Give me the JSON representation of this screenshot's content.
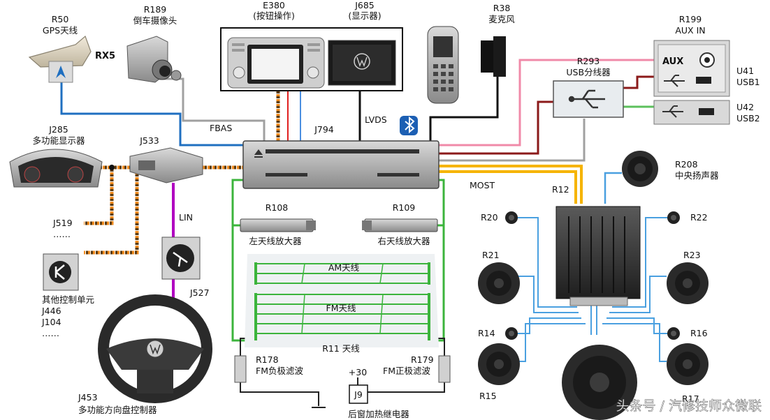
{
  "components": {
    "r50": {
      "id": "R50",
      "name": "GPS天线",
      "logo": "RX5"
    },
    "r189": {
      "id": "R189",
      "name": "倒车摄像头"
    },
    "e380": {
      "id": "E380",
      "name": "(按钮操作)"
    },
    "j685": {
      "id": "J685",
      "name": "(显示器)"
    },
    "r38": {
      "id": "R38",
      "name": "麦克风"
    },
    "r199": {
      "id": "R199",
      "name": "AUX IN",
      "plate": "AUX"
    },
    "r293": {
      "id": "R293",
      "name": "USB分线器"
    },
    "u41": {
      "id": "U41",
      "name": "USB1"
    },
    "u42": {
      "id": "U42",
      "name": "USB2"
    },
    "j285": {
      "id": "J285",
      "name": "多功能显示器"
    },
    "j533": {
      "id": "J533"
    },
    "j794": {
      "id": "J794"
    },
    "r208": {
      "id": "R208",
      "name": "中央扬声器"
    },
    "r12": {
      "id": "R12"
    },
    "r108": {
      "id": "R108",
      "name": "左天线放大器"
    },
    "r109": {
      "id": "R109",
      "name": "右天线放大器"
    },
    "j519": {
      "id": "J519",
      "more": "……"
    },
    "other": {
      "name": "其他控制单元",
      "id1": "J446",
      "id2": "J104",
      "more": "……"
    },
    "j527": {
      "id": "J527"
    },
    "j453": {
      "id": "J453",
      "name": "多功能方向盘控制器"
    },
    "r11": {
      "name": "R11 天线",
      "am": "AM天线",
      "fm": "FM天线"
    },
    "r178": {
      "id": "R178",
      "name": "FM负极滤波"
    },
    "r179": {
      "id": "R179",
      "name": "FM正极滤波"
    },
    "j9": {
      "id": "J9",
      "voltage": "+30",
      "name": "后窗加热继电器"
    },
    "speakers": {
      "r20": "R20",
      "r21": "R21",
      "r14": "R14",
      "r15": "R15",
      "r22": "R22",
      "r23": "R23",
      "r16": "R16",
      "r17": "R17"
    }
  },
  "signals": {
    "fbas": "FBAS",
    "lvds": "LVDS",
    "most": "MOST",
    "lin": "LIN"
  },
  "watermark": "头条号 / 汽修技师众微联",
  "colors": {
    "can_orange": "#f08a1c",
    "can_dark": "#5a3a10",
    "most": "#f6b400",
    "lin": "#b000c0",
    "video": "#9a9a9a",
    "gps": "#1f6fc0",
    "speaker": "#4aa0e0",
    "antenna": "#3cb43c",
    "usb": "#8b1a1a",
    "aux": "#f08aa8",
    "black": "#111111"
  }
}
